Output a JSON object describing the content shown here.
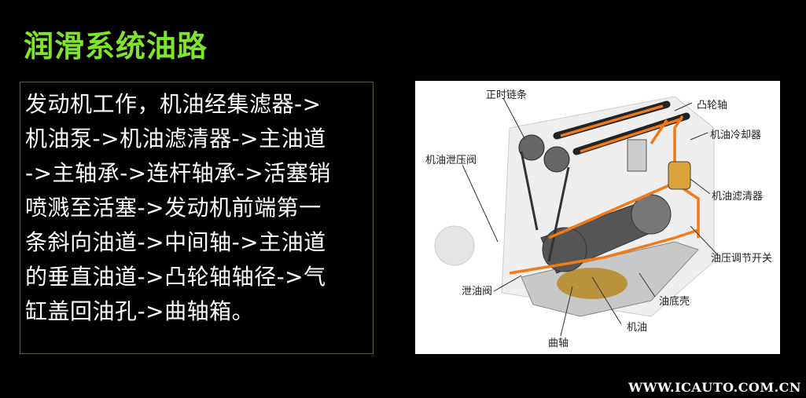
{
  "title": "润滑系统油路",
  "description_lines": [
    "发动机工作，机油经集滤器->",
    "机油泵->机油滤清器->主油道",
    "->主轴承->连杆轴承->活塞销",
    "喷溅至活塞->发动机前端第一",
    "条斜向油道->中间轴->主油道",
    "的垂直油道->凸轮轴轴径->气",
    "缸盖回油孔->曲轴箱。"
  ],
  "diagram_labels": {
    "timing_chain": "正时链条",
    "camshaft": "凸轮轴",
    "oil_cooler": "机油冷却器",
    "relief_valve": "机油泄压阀",
    "oil_filter": "机油滤清器",
    "pressure_switch": "油压调节开关",
    "drain_valve": "泄油阀",
    "oil_pan": "油底壳",
    "oil": "机油",
    "crankshaft": "曲轴"
  },
  "watermark": "WWW.ICAUTO.COM.CN",
  "colors": {
    "title": "#7ee62a",
    "oil_path": "#f07a1a",
    "box_border": "#50663f"
  }
}
